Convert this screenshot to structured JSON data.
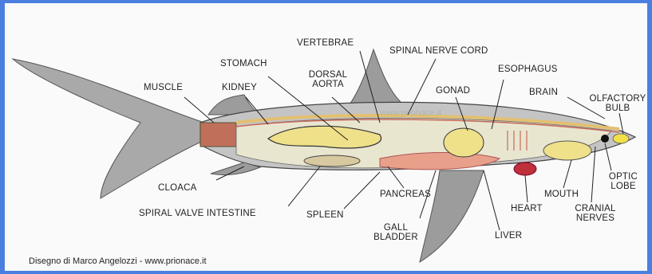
{
  "diagram": {
    "labels": {
      "vertebrae": "VERTEBRAE",
      "spinal_nerve_cord": "SPINAL NERVE CORD",
      "stomach": "STOMACH",
      "esophagus": "ESOPHAGUS",
      "muscle": "MUSCLE",
      "kidney": "KIDNEY",
      "dorsal_aorta_1": "DORSAL",
      "dorsal_aorta_2": "AORTA",
      "gonad": "GONAD",
      "brain": "BRAIN",
      "olfactory_bulb_1": "OLFACTORY",
      "olfactory_bulb_2": "BULB",
      "optic_lobe_1": "OPTIC",
      "optic_lobe_2": "LOBE",
      "cloaca": "CLOACA",
      "mouth": "MOUTH",
      "pancreas": "PANCREAS",
      "heart": "HEART",
      "cranial_nerves_1": "CRANIAL",
      "cranial_nerves_2": "NERVES",
      "spiral_valve_intestine": "SPIRAL VALVE INTESTINE",
      "spleen": "SPLEEN",
      "gall_bladder_1": "GALL",
      "gall_bladder_2": "BLADDER",
      "liver": "LIVER"
    },
    "watermark": "www.prionace.it",
    "credit": "Disegno di Marco Angelozzi - www.prionace.it"
  },
  "colors": {
    "frame": "#4a7fe0",
    "skin": "#b8b8b8",
    "organ_yellow": "#efe08a",
    "organ_red": "#e08a7a",
    "muscle": "#c0705a"
  }
}
